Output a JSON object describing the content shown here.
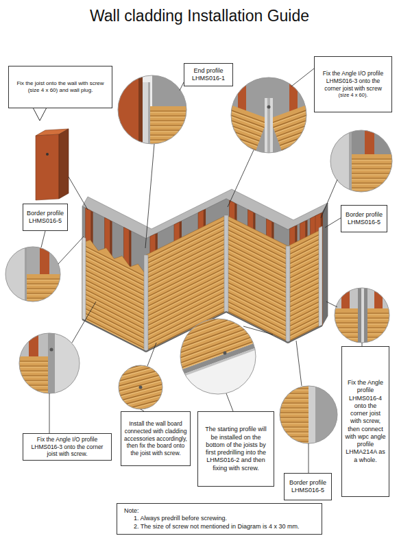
{
  "diagram": {
    "title": "Wall cladding Installation Guide",
    "nodes": [
      {
        "text": [
          "Fix the joist onto the wall with screw (size 4 x 60) and wall plug."
        ]
      },
      {
        "text": [
          "End profile LHMS016-1"
        ]
      },
      {
        "text": [
          "Fix the Angle I/O profile LHMS016-3 onto the corner joist with screw",
          "(size 4 x 60)."
        ]
      },
      {
        "text": [
          "Border profile LHMS016-5"
        ]
      },
      {
        "text": [
          "Border profile LHMS016-5"
        ]
      },
      {
        "text": [
          "Fix the Angle I/O profile LHMS016-3 onto the corner joist with screw."
        ]
      },
      {
        "text": [
          "Install the wall board connected with cladding accessories accordingly, then fix the board onto the joist with screw."
        ]
      },
      {
        "text": [
          "The starting profile will be installed on the bottom of the joists by first predrilling into the LHMS016-2 and then fixing with screw."
        ]
      },
      {
        "text": [
          "Border profile LHMS016-5"
        ]
      },
      {
        "text": [
          "Fix the Angle profile LHMS016-4 onto the corner joist with screw, then connect with wpc angle profile LHMA214A as a whole."
        ]
      },
      {
        "text": [
          "Note:",
          "1. Always predrill before screwing.",
          "2. The size of screw not mentioned in Diagram is 4 x 30 mm."
        ]
      }
    ]
  }
}
